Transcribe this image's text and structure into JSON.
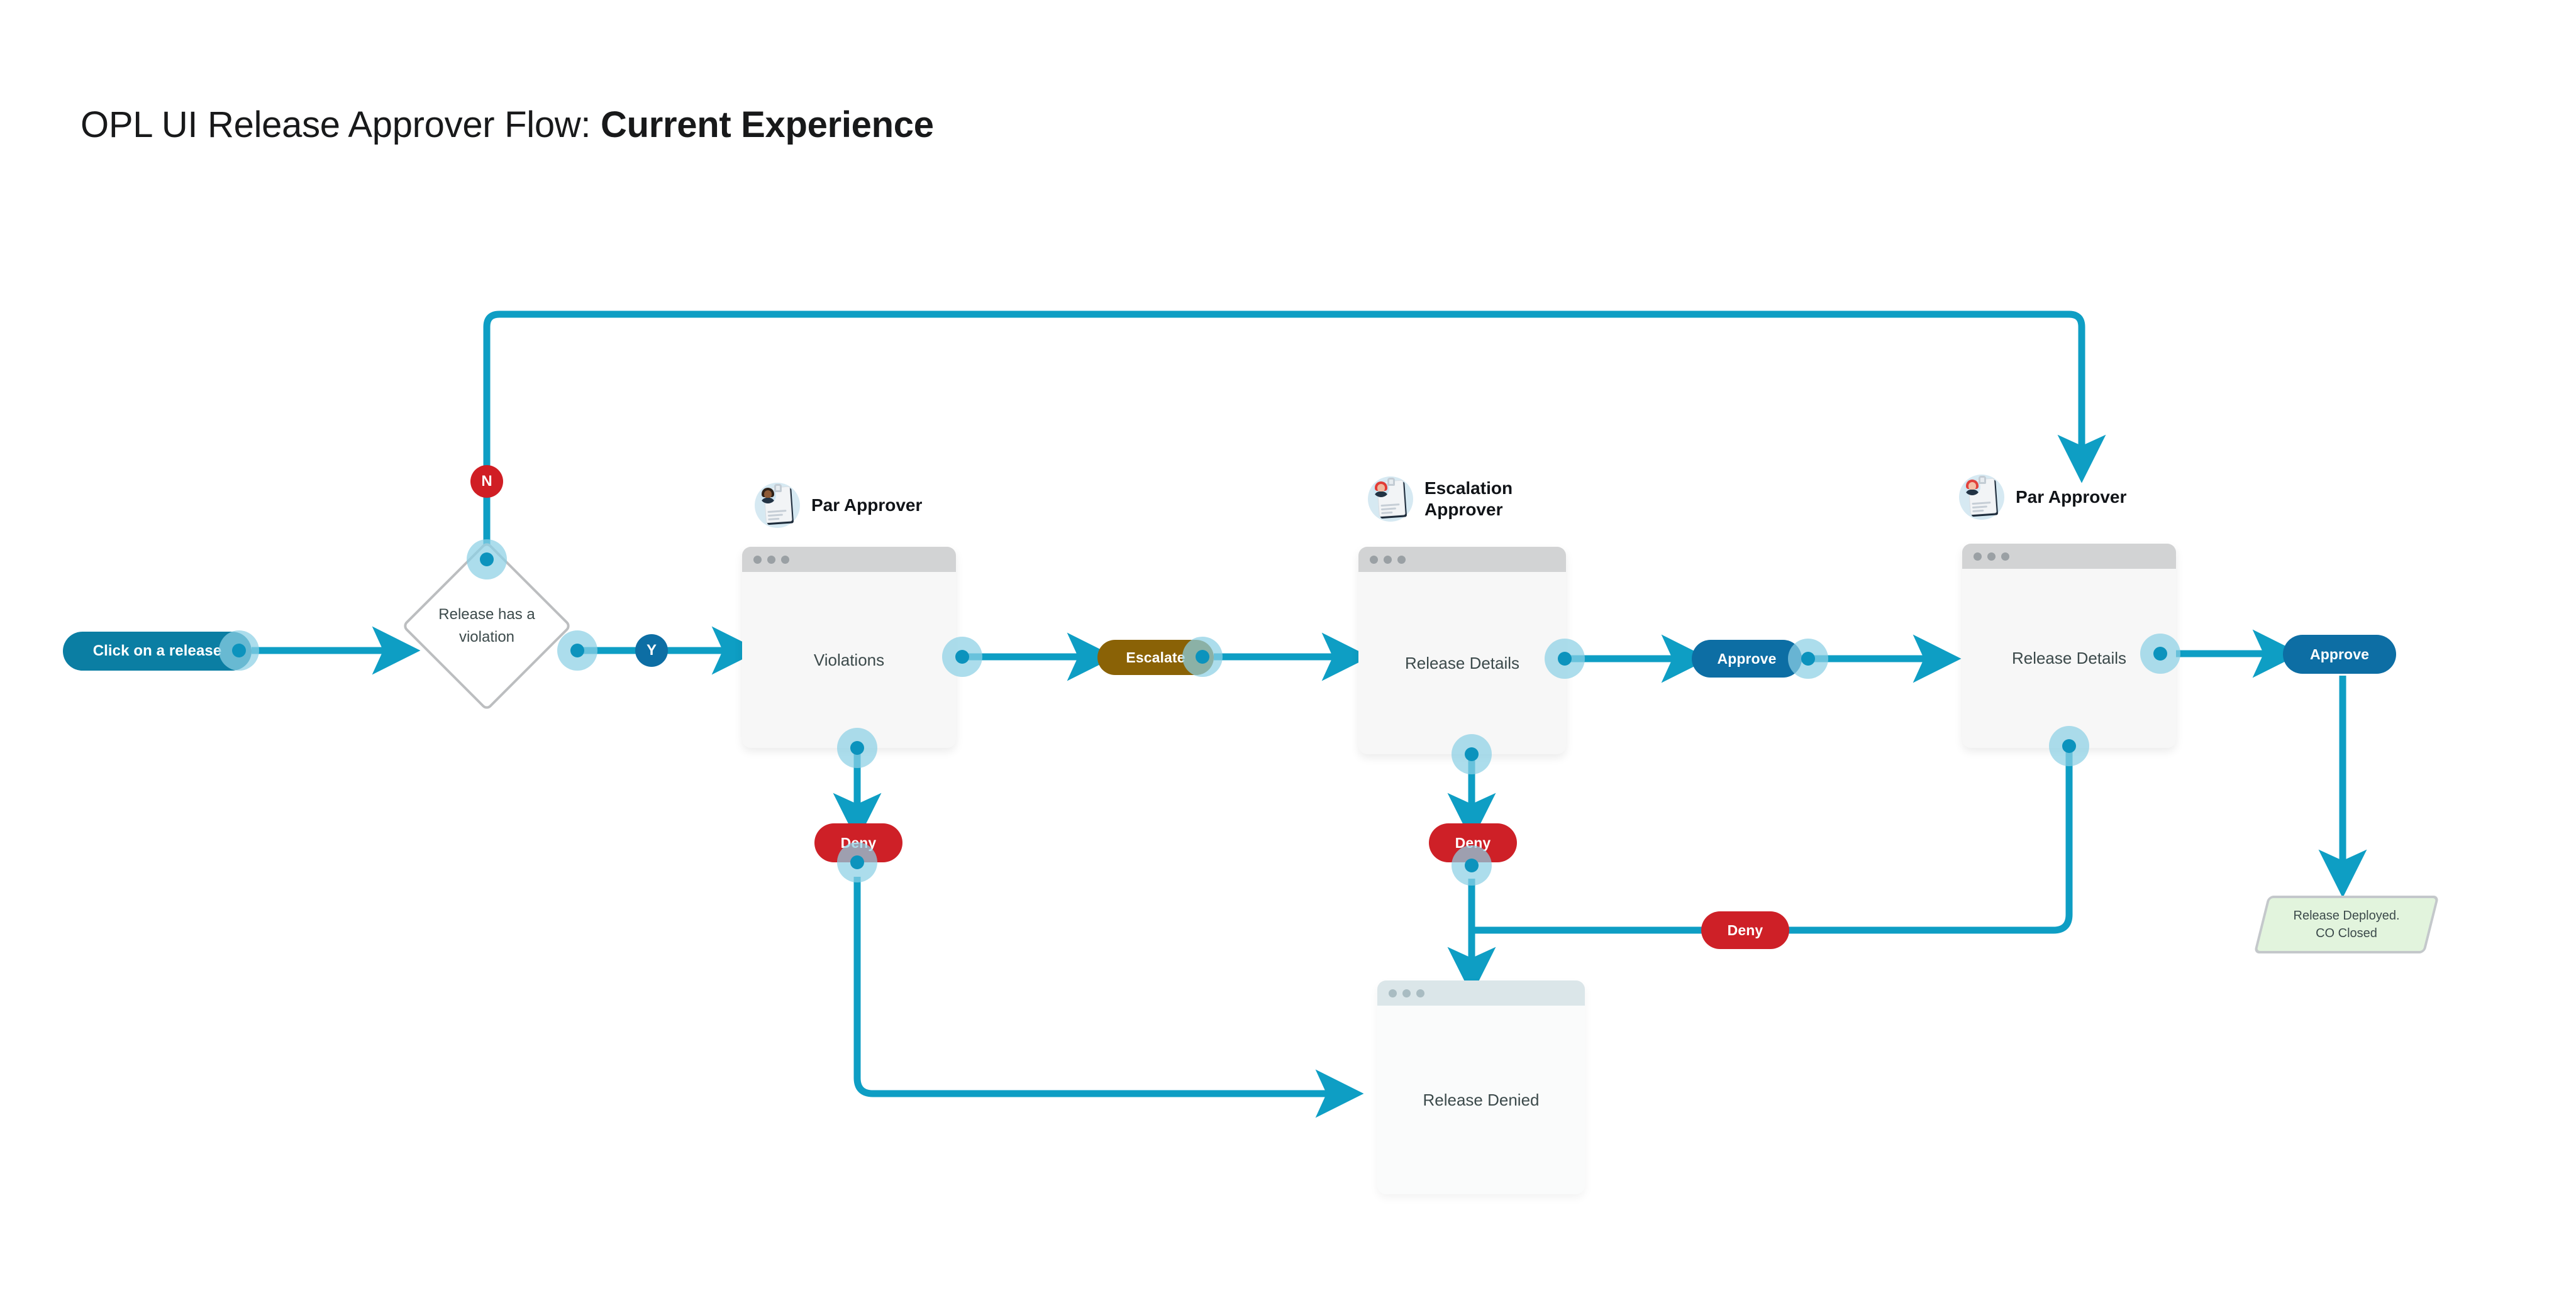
{
  "page": {
    "title_prefix": "OPL UI Release Approver Flow: ",
    "title_emphasis": "Current Experience",
    "background": "#ffffff"
  },
  "colors": {
    "edge": "#0e9ec4",
    "accent_blue": "#0d6ea4",
    "start_blue": "#0b7ea3",
    "deny_red": "#ce2027",
    "no_badge_red": "#d01e24",
    "escalate_brown": "#8a6206",
    "deployed_green": "#e2f4dd",
    "window_chrome": "#d2d3d4",
    "window_body": "#f7f7f7",
    "denied_chrome": "#dbe6e9",
    "dot_halo": "#8cd0e4",
    "dot_core": "#0c93bd",
    "diamond_border": "#bcbec0"
  },
  "nodes": {
    "start": {
      "label": "Click on a release",
      "shape": "pill"
    },
    "decision": {
      "label_line1": "Release has a",
      "label_line2": "violation",
      "shape": "diamond"
    },
    "branch_yes": {
      "label": "Y"
    },
    "branch_no": {
      "label": "N"
    },
    "deployed": {
      "label_line1": "Release Deployed.",
      "label_line2": "CO Closed",
      "shape": "parallelogram"
    }
  },
  "lanes": [
    {
      "id": "par-approver-1",
      "persona": "Par Approver",
      "avatar": "id-badge-icon",
      "window_title_dots": 3,
      "screen_label": "Violations",
      "actions": [
        {
          "label": "Escalate",
          "color": "#8a6206"
        },
        {
          "label": "Deny",
          "color": "#ce2027"
        }
      ]
    },
    {
      "id": "escalation-approver",
      "persona_line1": "Escalation",
      "persona_line2": "Approver",
      "avatar": "id-badge-icon",
      "window_title_dots": 3,
      "screen_label": "Release Details",
      "actions": [
        {
          "label": "Approve",
          "color": "#0d6ea4"
        },
        {
          "label": "Deny",
          "color": "#ce2027"
        }
      ]
    },
    {
      "id": "par-approver-2",
      "persona": "Par Approver",
      "avatar": "id-badge-icon",
      "window_title_dots": 3,
      "screen_label": "Release Details",
      "actions": [
        {
          "label": "Approve",
          "color": "#0d6ea4"
        },
        {
          "label": "Deny",
          "color": "#ce2027"
        }
      ]
    }
  ],
  "denied_window": {
    "screen_label": "Release Denied",
    "window_title_dots": 3
  },
  "chart_data": {
    "type": "diagram",
    "title": "OPL UI Release Approver Flow: Current Experience",
    "nodes": [
      {
        "id": "start",
        "label": "Click on a release",
        "type": "terminator-pill"
      },
      {
        "id": "decision",
        "label": "Release has a violation",
        "type": "decision-diamond"
      },
      {
        "id": "violations",
        "label": "Violations",
        "type": "window",
        "persona": "Par Approver"
      },
      {
        "id": "escalate",
        "label": "Escalate",
        "type": "action-pill"
      },
      {
        "id": "deny1",
        "label": "Deny",
        "type": "action-pill"
      },
      {
        "id": "esc-details",
        "label": "Release Details",
        "type": "window",
        "persona": "Escalation Approver"
      },
      {
        "id": "approve1",
        "label": "Approve",
        "type": "action-pill"
      },
      {
        "id": "deny2",
        "label": "Deny",
        "type": "action-pill"
      },
      {
        "id": "par-details",
        "label": "Release Details",
        "type": "window",
        "persona": "Par Approver"
      },
      {
        "id": "approve2",
        "label": "Approve",
        "type": "action-pill"
      },
      {
        "id": "deny3",
        "label": "Deny",
        "type": "action-pill"
      },
      {
        "id": "denied",
        "label": "Release Denied",
        "type": "window"
      },
      {
        "id": "deployed",
        "label": "Release Deployed. CO Closed",
        "type": "terminator-parallelogram"
      }
    ],
    "edges": [
      {
        "from": "start",
        "to": "decision",
        "label": ""
      },
      {
        "from": "decision",
        "to": "violations",
        "label": "Y"
      },
      {
        "from": "decision",
        "to": "par-details",
        "label": "N"
      },
      {
        "from": "violations",
        "to": "escalate",
        "label": ""
      },
      {
        "from": "escalate",
        "to": "esc-details",
        "label": ""
      },
      {
        "from": "violations",
        "to": "deny1",
        "label": ""
      },
      {
        "from": "deny1",
        "to": "denied",
        "label": ""
      },
      {
        "from": "esc-details",
        "to": "approve1",
        "label": ""
      },
      {
        "from": "approve1",
        "to": "par-details",
        "label": ""
      },
      {
        "from": "esc-details",
        "to": "deny2",
        "label": ""
      },
      {
        "from": "deny2",
        "to": "denied",
        "label": ""
      },
      {
        "from": "par-details",
        "to": "approve2",
        "label": ""
      },
      {
        "from": "approve2",
        "to": "deployed",
        "label": ""
      },
      {
        "from": "par-details",
        "to": "deny3",
        "label": ""
      },
      {
        "from": "deny3",
        "to": "denied",
        "label": ""
      }
    ]
  }
}
